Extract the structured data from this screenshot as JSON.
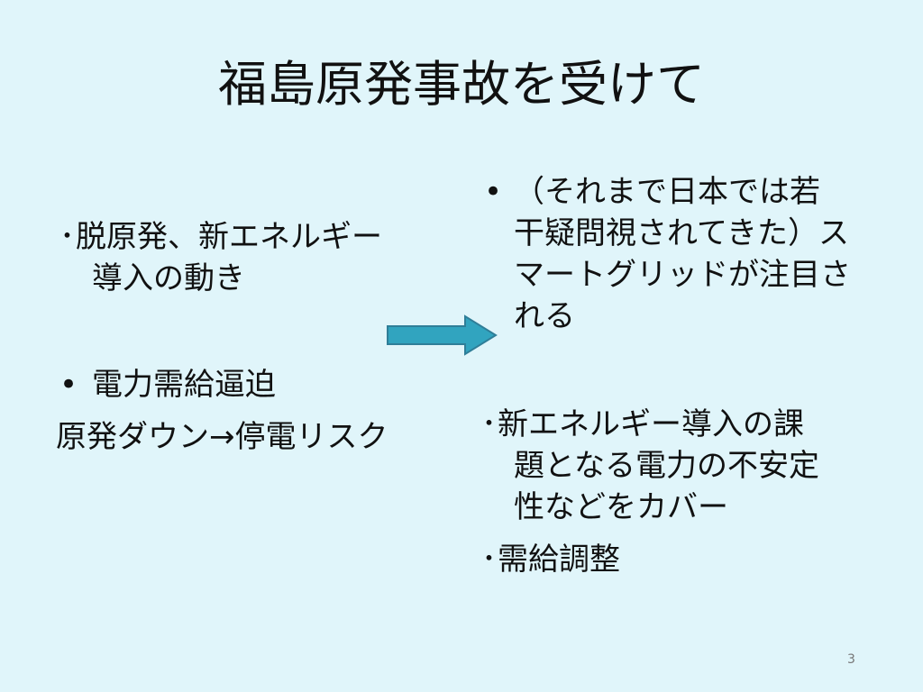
{
  "slide": {
    "title": "福島原発事故を受けて",
    "left": {
      "item1": {
        "bullet": "･",
        "line1": "脱原発、新エネルギー",
        "line2": "導入の動き"
      },
      "item2": {
        "bullet": "•",
        "line1": "電力需給逼迫",
        "line2": "原発ダウン→停電リスク"
      }
    },
    "right": {
      "item1": {
        "bullet": "•",
        "line1": "（それまで日本では若",
        "line2": "干疑問視されてきた）ス",
        "line3": "マートグリッドが注目さ",
        "line4": "れる"
      },
      "item2": {
        "bullet": "･",
        "line1": "新エネルギー導入の課",
        "line2": "題となる電力の不安定",
        "line3": "性などをカバー"
      },
      "item3": {
        "bullet": "･",
        "line1": "需給調整"
      }
    },
    "page_number": "3",
    "colors": {
      "background": "#e0f5fa",
      "arrow_fill": "#31a4bf",
      "arrow_stroke": "#2f7e98"
    }
  }
}
